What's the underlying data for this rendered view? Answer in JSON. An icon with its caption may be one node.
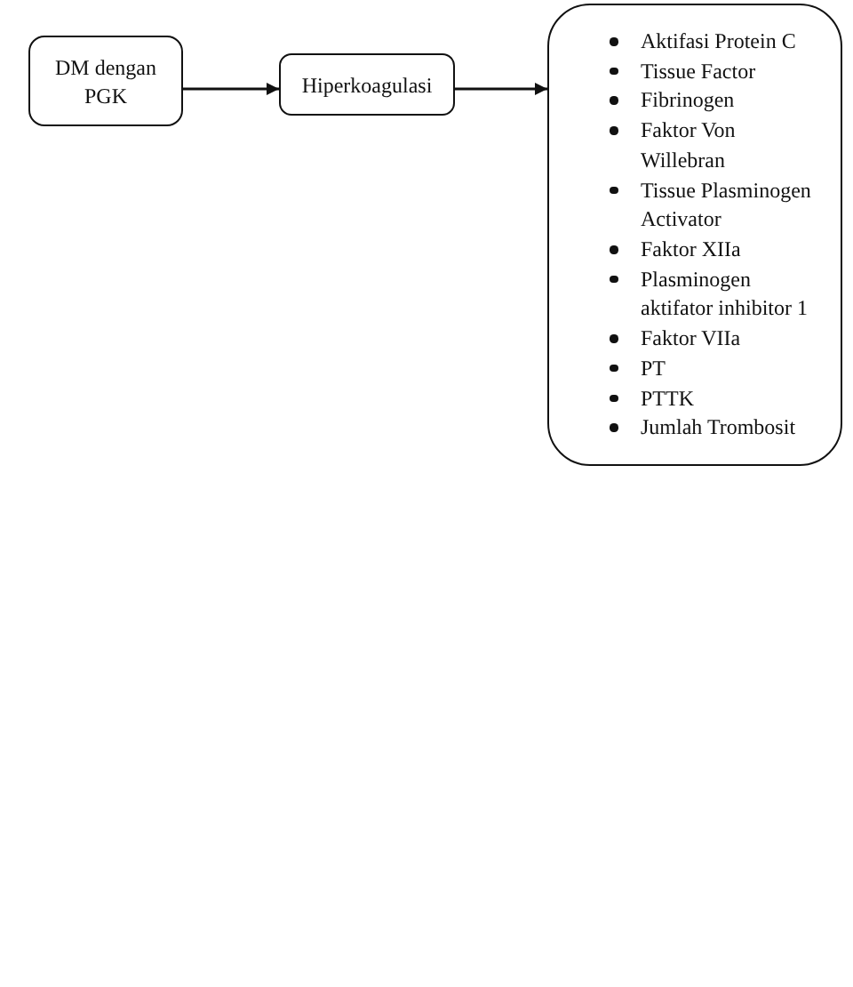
{
  "diagram": {
    "nodes": [
      {
        "text": [
          "DM dengan PGK"
        ]
      },
      {
        "text": [
          "Hiperkoagulasi"
        ]
      },
      {
        "text": [
          "Aktifasi Protein C",
          "Tissue Factor",
          "Fibrinogen",
          "Faktor Von Willebran",
          "Tissue Plasminogen Activator",
          "Faktor XIIa",
          "Plasminogen aktifator inhibitor 1",
          "Faktor VIIa",
          "PT",
          "PTTK",
          "Jumlah Trombosit"
        ]
      }
    ],
    "edges": [
      {
        "from": 0,
        "to": 1,
        "arrow": "to"
      },
      {
        "from": 1,
        "to": 2,
        "arrow": "to"
      }
    ]
  }
}
